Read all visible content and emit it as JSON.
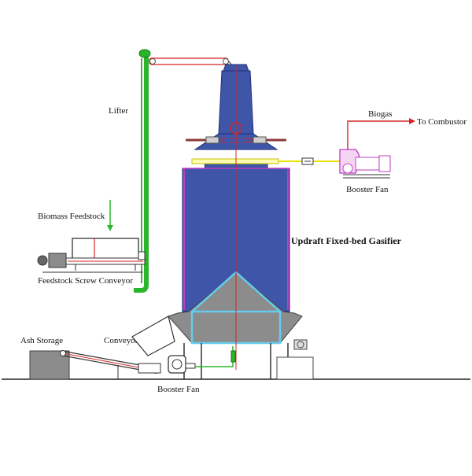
{
  "labels": {
    "lifter": "Lifter",
    "biogas": "Biogas",
    "to_combustor": "To Combustor",
    "booster_fan_top": "Booster Fan",
    "biomass_feedstock": "Biomass Feedstock",
    "feedstock_screw_conveyor": "Feedstock Screw Conveyor",
    "gasifier": "Updraft Fixed-bed Gasifier",
    "ash_storage": "Ash Storage",
    "conveyor": "Conveyor",
    "booster_fan_bottom": "Booster Fan"
  },
  "colors": {
    "gasifier_blue": "#3f56a8",
    "gasifier_edge": "#1f2e78",
    "lifter_green": "#2bb52b",
    "pipe_yellow": "#e8e300",
    "magenta": "#c23bc2",
    "cyan": "#66ccee",
    "red_line": "#d42424",
    "gray_fill": "#8c8c8c",
    "dark_gray": "#555555"
  }
}
